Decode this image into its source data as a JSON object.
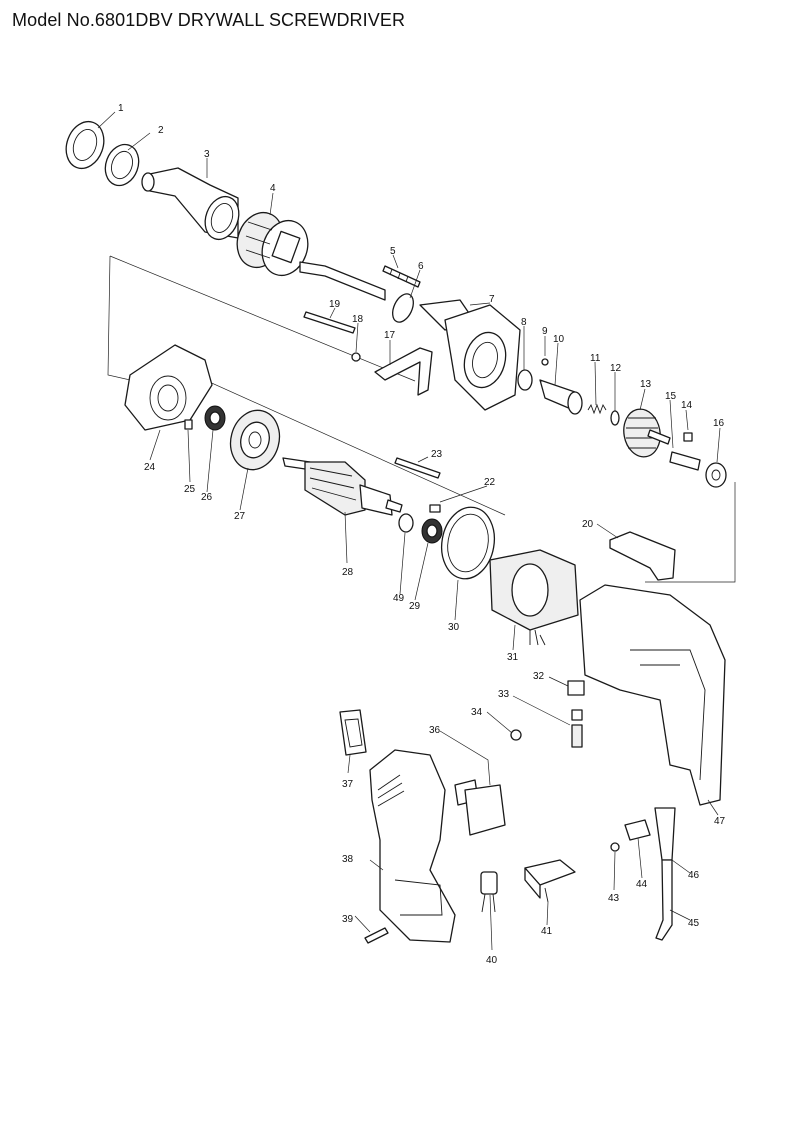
{
  "title": "Model No.6801DBV DRYWALL SCREWDRIVER",
  "callouts": [
    "1",
    "2",
    "3",
    "4",
    "5",
    "6",
    "7",
    "8",
    "9",
    "10",
    "11",
    "12",
    "13",
    "14",
    "15",
    "16",
    "17",
    "18",
    "19",
    "20",
    "22",
    "23",
    "24",
    "25",
    "26",
    "27",
    "28",
    "29",
    "30",
    "31",
    "32",
    "33",
    "34",
    "36",
    "37",
    "38",
    "39",
    "40",
    "41",
    "43",
    "44",
    "45",
    "46",
    "47",
    "49"
  ]
}
